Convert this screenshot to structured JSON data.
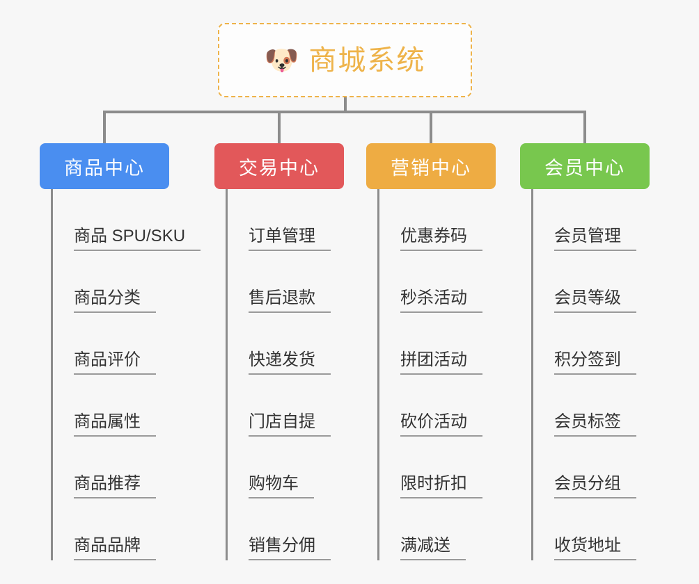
{
  "diagram": {
    "type": "organization-tree",
    "background_color": "#f7f7f7",
    "root": {
      "icon": "shiba-dog-face-icon",
      "emoji": "🐶",
      "title": "商城系统",
      "color": "#eeb34a",
      "border_style": "dashed"
    },
    "connector_color": "#8c8c8c",
    "branches": [
      {
        "header": "商品中心",
        "color": "#4a8ef0",
        "items": [
          "商品 SPU/SKU",
          "商品分类",
          "商品评价",
          "商品属性",
          "商品推荐",
          "商品品牌"
        ]
      },
      {
        "header": "交易中心",
        "color": "#e2585a",
        "items": [
          "订单管理",
          "售后退款",
          "快递发货",
          "门店自提",
          "购物车",
          "销售分佣"
        ]
      },
      {
        "header": "营销中心",
        "color": "#eeac43",
        "items": [
          "优惠券码",
          "秒杀活动",
          "拼团活动",
          "砍价活动",
          "限时折扣",
          "满减送"
        ]
      },
      {
        "header": "会员中心",
        "color": "#78c74e",
        "items": [
          "会员管理",
          "会员等级",
          "积分签到",
          "会员标签",
          "会员分组",
          "收货地址"
        ]
      }
    ]
  }
}
